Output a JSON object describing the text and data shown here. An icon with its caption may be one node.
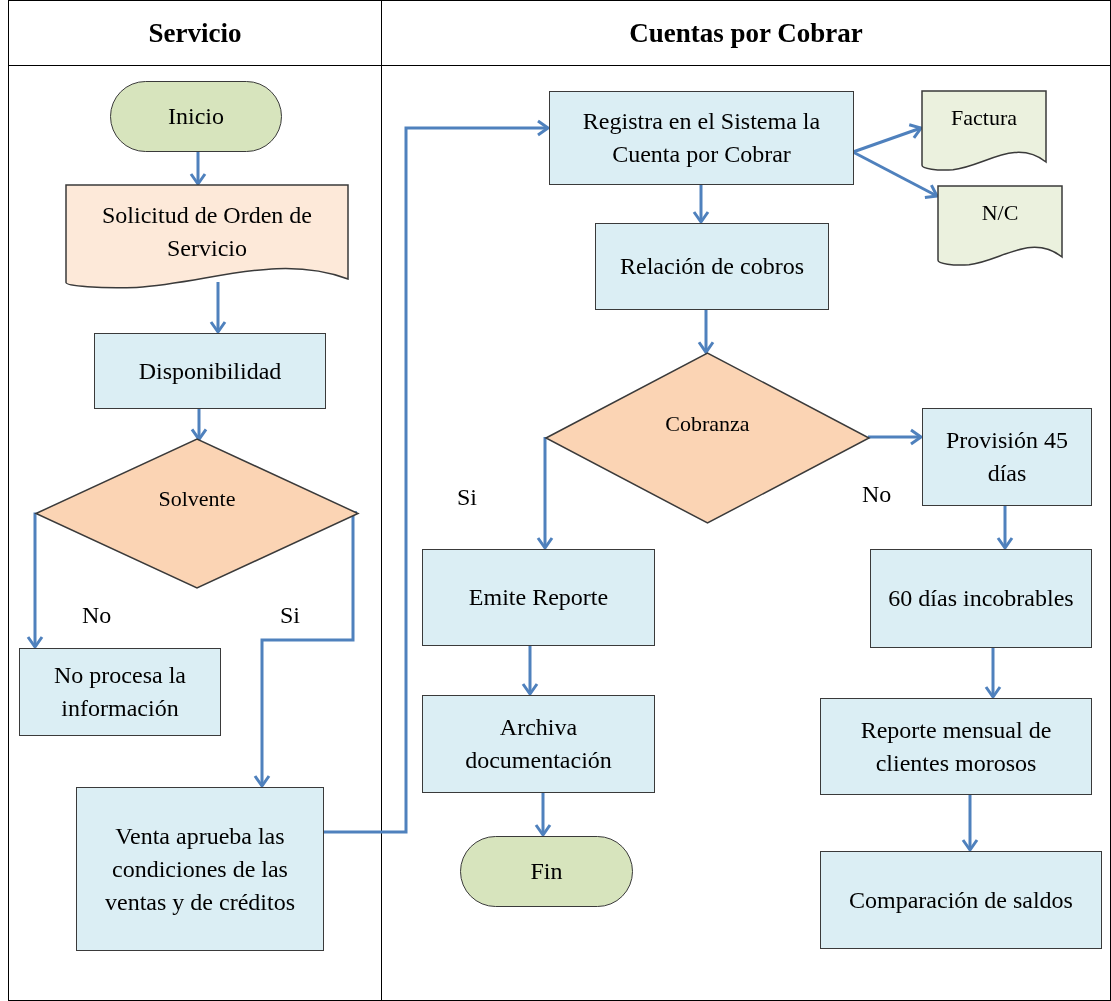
{
  "diagram": {
    "nodes": [
      {
        "text": [
          "Servicio"
        ]
      },
      {
        "text": [
          "Cuentas por Cobrar"
        ]
      },
      {
        "text": [
          "Inicio"
        ],
        "in": 0
      },
      {
        "text": [
          "Solicitud de Orden de Servicio"
        ],
        "in": 0
      },
      {
        "text": [
          "Disponibilidad"
        ],
        "in": 0
      },
      {
        "text": [
          "Solvente"
        ],
        "in": 0
      },
      {
        "text": [
          "No procesa la información"
        ],
        "in": 0
      },
      {
        "text": [
          "Venta aprueba las condiciones de las ventas y de créditos"
        ],
        "in": 0
      },
      {
        "text": [
          "Registra en el Sistema la Cuenta por Cobrar"
        ],
        "in": 1
      },
      {
        "text": [
          "Factura"
        ],
        "in": 1
      },
      {
        "text": [
          "N/C"
        ],
        "in": 1
      },
      {
        "text": [
          "Relación de cobros"
        ],
        "in": 1
      },
      {
        "text": [
          "Cobranza"
        ],
        "in": 1
      },
      {
        "text": [
          "Emite Reporte"
        ],
        "in": 1
      },
      {
        "text": [
          "Archiva documentación"
        ],
        "in": 1
      },
      {
        "text": [
          "Fin"
        ],
        "in": 1
      },
      {
        "text": [
          "Provisión 45 días"
        ],
        "in": 1
      },
      {
        "text": [
          "60 días incobrables"
        ],
        "in": 1
      },
      {
        "text": [
          "Reporte mensual de clientes morosos"
        ],
        "in": 1
      },
      {
        "text": [
          "Comparación de saldos"
        ],
        "in": 1
      }
    ],
    "edges": [
      {
        "from": 2,
        "to": 3,
        "arrow": "to"
      },
      {
        "from": 3,
        "to": 4,
        "arrow": "to"
      },
      {
        "from": 4,
        "to": 5,
        "arrow": "to"
      },
      {
        "from": 5,
        "to": 6,
        "arrow": "to",
        "label": "No"
      },
      {
        "from": 5,
        "to": 7,
        "arrow": "to",
        "label": "Si"
      },
      {
        "from": 7,
        "to": 8,
        "arrow": "to"
      },
      {
        "from": 8,
        "to": 9,
        "arrow": "to"
      },
      {
        "from": 8,
        "to": 10,
        "arrow": "to"
      },
      {
        "from": 8,
        "to": 11,
        "arrow": "to"
      },
      {
        "from": 11,
        "to": 12,
        "arrow": "to"
      },
      {
        "from": 12,
        "to": 13,
        "arrow": "to",
        "label": "Si"
      },
      {
        "from": 12,
        "to": 16,
        "arrow": "to",
        "label": "No"
      },
      {
        "from": 13,
        "to": 14,
        "arrow": "to"
      },
      {
        "from": 14,
        "to": 15,
        "arrow": "to"
      },
      {
        "from": 16,
        "to": 17,
        "arrow": "to"
      },
      {
        "from": 17,
        "to": 18,
        "arrow": "to"
      },
      {
        "from": 18,
        "to": 19,
        "arrow": "to"
      }
    ]
  }
}
